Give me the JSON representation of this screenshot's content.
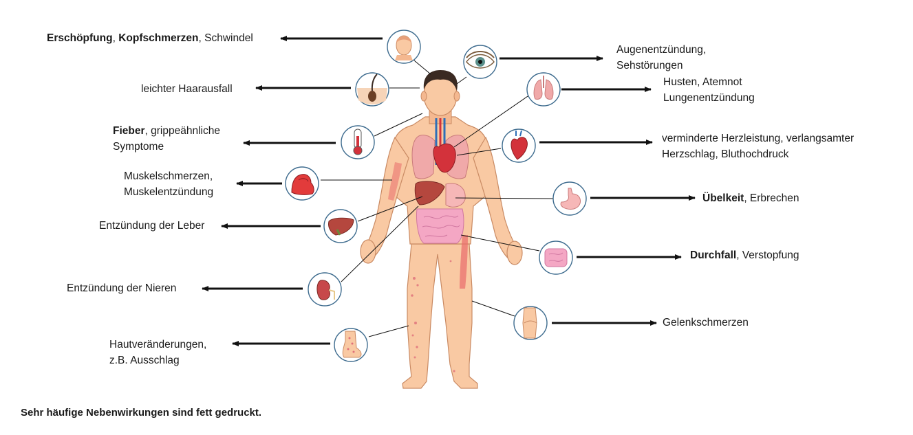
{
  "colors": {
    "skin": "#f9c9a3",
    "skin_outline": "#c98a63",
    "organ_red": "#d3323b",
    "organ_pink": "#f4a7c4",
    "arrow": "#111111",
    "circle_border": "#3d6b8e"
  },
  "symptoms": [
    {
      "id": "head",
      "icon": "head-icon",
      "lines": [
        [
          {
            "t": "Erschöpfung",
            "b": true
          },
          {
            "t": ", ",
            "b": false
          },
          {
            "t": "Kopfschmerzen",
            "b": true
          },
          {
            "t": ", Schwindel",
            "b": false
          }
        ]
      ]
    },
    {
      "id": "hair",
      "icon": "hair-follicle-icon",
      "lines": [
        [
          {
            "t": "leichter Haarausfall",
            "b": false
          }
        ]
      ]
    },
    {
      "id": "fever",
      "icon": "thermometer-icon",
      "lines": [
        [
          {
            "t": "Fieber",
            "b": true
          },
          {
            "t": ", grippeähnliche",
            "b": false
          }
        ],
        [
          {
            "t": "Symptome",
            "b": false
          }
        ]
      ]
    },
    {
      "id": "muscle",
      "icon": "muscle-icon",
      "lines": [
        [
          {
            "t": "Muskelschmerzen,",
            "b": false
          }
        ],
        [
          {
            "t": "Muskelentzündung",
            "b": false
          }
        ]
      ]
    },
    {
      "id": "liver",
      "icon": "liver-icon",
      "lines": [
        [
          {
            "t": "Entzündung der Leber",
            "b": false
          }
        ]
      ]
    },
    {
      "id": "kidney",
      "icon": "kidney-icon",
      "lines": [
        [
          {
            "t": "Entzündung der Nieren",
            "b": false
          }
        ]
      ]
    },
    {
      "id": "skin",
      "icon": "foot-icon",
      "lines": [
        [
          {
            "t": "Hautveränderungen,",
            "b": false
          }
        ],
        [
          {
            "t": "z.B. Ausschlag",
            "b": false
          }
        ]
      ]
    },
    {
      "id": "eye",
      "icon": "eye-icon",
      "lines": [
        [
          {
            "t": "Augenentzündung,",
            "b": false
          }
        ],
        [
          {
            "t": "Sehstörungen",
            "b": false
          }
        ]
      ]
    },
    {
      "id": "lung",
      "icon": "lungs-icon",
      "lines": [
        [
          {
            "t": "Husten, Atemnot",
            "b": false
          }
        ],
        [
          {
            "t": "Lungenentzündung",
            "b": false
          }
        ]
      ]
    },
    {
      "id": "heart",
      "icon": "heart-icon",
      "lines": [
        [
          {
            "t": "verminderte Herzleistung, verlangsamter",
            "b": false
          }
        ],
        [
          {
            "t": "Herzschlag, Bluthochdruck",
            "b": false
          }
        ]
      ]
    },
    {
      "id": "stomach",
      "icon": "stomach-icon",
      "lines": [
        [
          {
            "t": "Übelkeit",
            "b": true
          },
          {
            "t": ", Erbrechen",
            "b": false
          }
        ]
      ]
    },
    {
      "id": "intestine",
      "icon": "intestine-icon",
      "lines": [
        [
          {
            "t": "Durchfall",
            "b": true
          },
          {
            "t": ", Verstopfung",
            "b": false
          }
        ]
      ]
    },
    {
      "id": "joint",
      "icon": "knee-joint-icon",
      "lines": [
        [
          {
            "t": "Gelenkschmerzen",
            "b": false
          }
        ]
      ]
    }
  ],
  "footer": "Sehr häufige Nebenwirkungen sind fett gedruckt."
}
